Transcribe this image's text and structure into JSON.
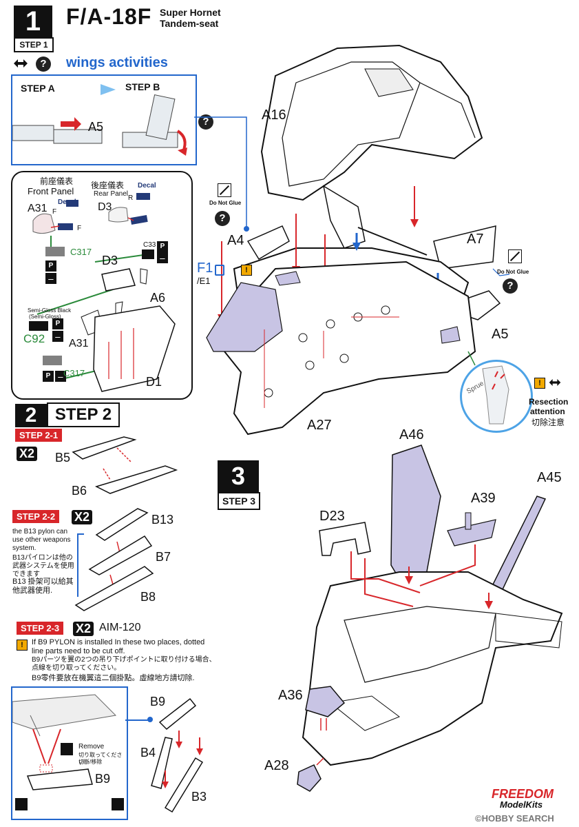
{
  "header": {
    "step_number": "1",
    "step_label": "STEP 1",
    "title": "F/A-18F",
    "subtitle_1": "Super Hornet",
    "subtitle_2": "Tandem-seat",
    "wings_title": "wings activities"
  },
  "wing_box": {
    "step_a": "STEP A",
    "step_b": "STEP B",
    "part": "A5"
  },
  "panel_box": {
    "front_cn": "前座儀表",
    "front_en": "Front Panel",
    "rear_cn": "後座儀表",
    "rear_en": "Rear Panel",
    "decal_1": "Decal",
    "decal_2": "Decal",
    "f1": "F",
    "f2": "F",
    "r": "R",
    "a31": "A31",
    "d3_top": "D3",
    "c317_top": "C317",
    "c33": "C33",
    "d3": "D3",
    "a6": "A6",
    "semi_gloss": "Semi-Gloss Black",
    "semi_gloss_2": "(Semi-Gloss)",
    "c92": "C92",
    "a31_2": "A31",
    "c317_bottom": "C317",
    "d1": "D1"
  },
  "step1_parts": {
    "a16": "A16",
    "do_not_glue_1": "Do Not Glue",
    "a4": "A4",
    "f1": "F1",
    "e1": "/E1",
    "a7": "A7",
    "do_not_glue_2": "Do Not Glue",
    "a5": "A5",
    "a27": "A27",
    "sprue": "Sprue",
    "resection": "Resection",
    "attention": "attention",
    "resection_cn": "切除注意"
  },
  "step2": {
    "step_number": "2",
    "step_label": "STEP 2",
    "s21": "STEP 2-1",
    "x2_1": "X2",
    "b5": "B5",
    "b6": "B6",
    "s22": "STEP 2-2",
    "x2_2": "X2",
    "b13_note_en": "the B13 pylon can use other weapons system.",
    "b13_note_jp": "B13パイロンは他の武器システムを使用できます",
    "b13_note_cn": "B13 掛架可以給其他武器使用.",
    "b13": "B13",
    "b7": "B7",
    "b8": "B8",
    "s23": "STEP 2-3",
    "x2_3": "X2",
    "aim": "AIM-120",
    "b9_note_en": "If B9 PYLON is installed In these two places, dotted line parts need to be cut off.",
    "b9_note_jp": "B9パーツを翼の2つの吊り下げポイントに取り付ける場合、点線を切り取ってください。",
    "b9_note_cn": "B9零件要放在機翼這二個掛點。虛線地方請切除.",
    "remove": "Remove",
    "remove_jp": "切り取ってください",
    "remove_cn": "切斷/移除",
    "b9_box": "B9",
    "b9": "B9",
    "b4": "B4",
    "b3": "B3"
  },
  "step3": {
    "step_number": "3",
    "step_label": "STEP 3",
    "a46": "A46",
    "a45": "A45",
    "a39": "A39",
    "d23": "D23",
    "a36": "A36",
    "a28": "A28"
  },
  "footer": {
    "brand_1": "FREEDOM",
    "brand_2": "ModelKits",
    "watermark": "©HOBBY SEARCH"
  },
  "colors": {
    "red": "#d8262a",
    "blue": "#2266cc",
    "green": "#2a8a3a",
    "lavender": "#c8c4e4",
    "sky": "#4da3e6"
  }
}
